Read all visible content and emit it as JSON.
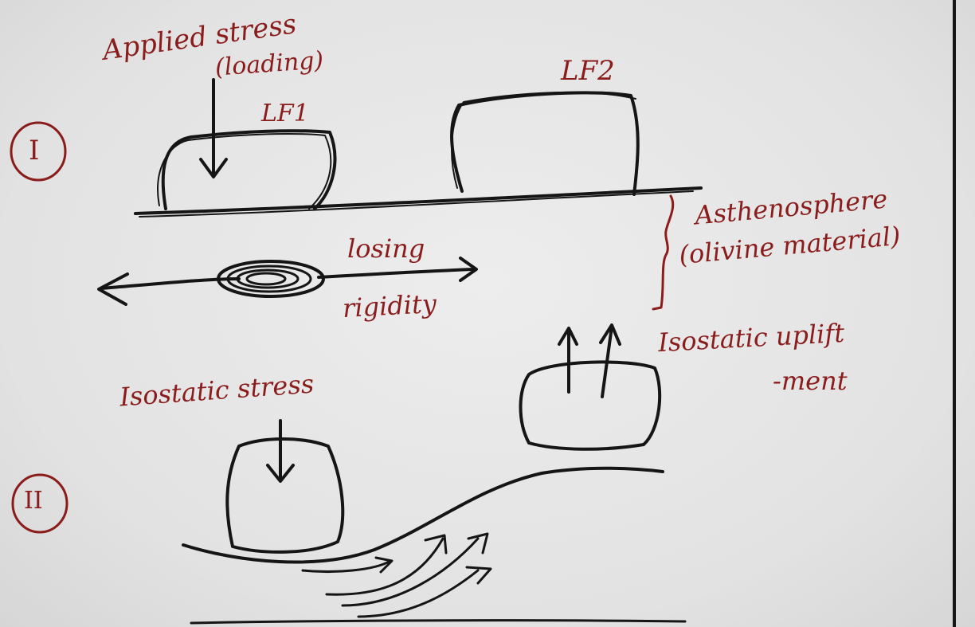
{
  "labels": {
    "panel_1": "I",
    "panel_2": "II",
    "applied_stress": "Applied stress",
    "loading": "(loading)",
    "lf1": "LF1",
    "lf2": "LF2",
    "asthenosphere": "Asthenosphere",
    "olivine_material": "(olivine material)",
    "losing": "losing",
    "rigidity": "rigidity",
    "isostatic_stress": "Isostatic stress",
    "isostatic_uplift": "Isostatic uplift",
    "ment": "-ment"
  },
  "colors": {
    "ink_black": "#151515",
    "ink_red": "#8a1c1c",
    "paper": "#e4e4e4"
  }
}
